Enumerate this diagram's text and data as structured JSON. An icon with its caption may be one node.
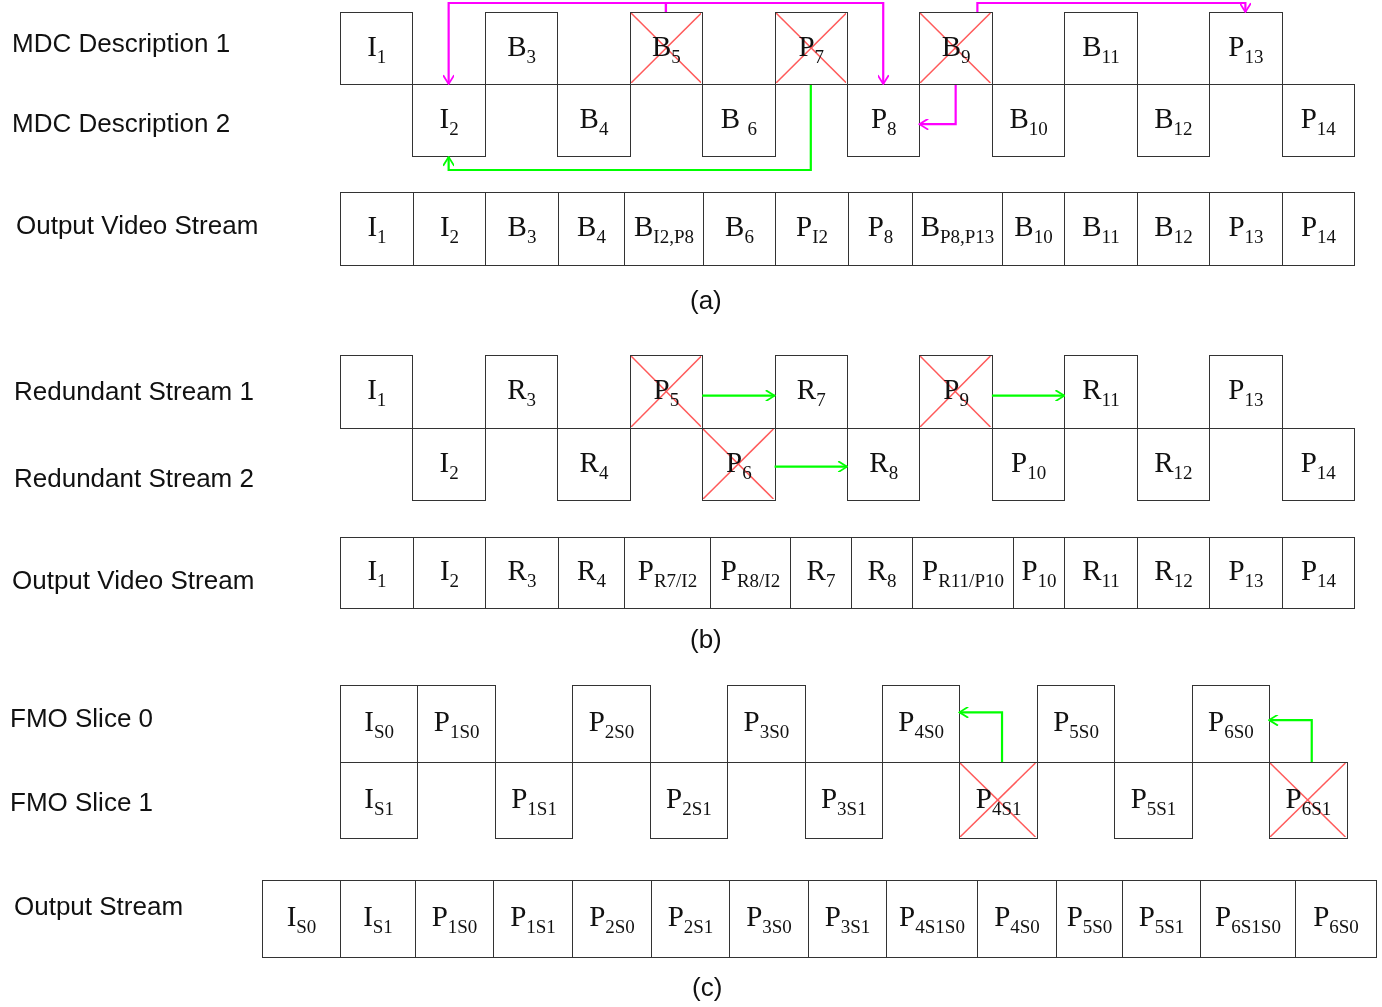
{
  "diagram": {
    "nodes": [
      {
        "text": [
          "I$_{1}$"
        ]
      },
      {
        "text": [
          "B$_{3}$"
        ]
      },
      {
        "text": [
          "B$_{5}$"
        ]
      },
      {
        "text": [
          "P$_{7}$"
        ]
      },
      {
        "text": [
          "B$_{9}$"
        ]
      },
      {
        "text": [
          "B$_{11}$"
        ]
      },
      {
        "text": [
          "P$_{13}$"
        ]
      },
      {
        "text": [
          "I$_{2}$"
        ]
      },
      {
        "text": [
          "B$_{4}$"
        ]
      },
      {
        "text": [
          "B $_{6}$"
        ]
      },
      {
        "text": [
          "P$_{8}$"
        ]
      },
      {
        "text": [
          "B$_{10}$"
        ]
      },
      {
        "text": [
          "B$_{12}$"
        ]
      },
      {
        "text": [
          "P$_{14}$"
        ]
      },
      {
        "text": [
          "I$_{1}$"
        ]
      },
      {
        "text": [
          "I$_{2}$"
        ]
      },
      {
        "text": [
          "B$_{3}$"
        ]
      },
      {
        "text": [
          "B$_{4}$"
        ]
      },
      {
        "text": [
          "B$_{I2,P8}$"
        ]
      },
      {
        "text": [
          "B$_{6}$"
        ]
      },
      {
        "text": [
          "P$_{I2}$"
        ]
      },
      {
        "text": [
          "P$_{8}$"
        ]
      },
      {
        "text": [
          "B$_{P8,P13}$"
        ]
      },
      {
        "text": [
          "B$_{10}$"
        ]
      },
      {
        "text": [
          "B$_{11}$"
        ]
      },
      {
        "text": [
          "B$_{12}$"
        ]
      },
      {
        "text": [
          "P$_{13}$"
        ]
      },
      {
        "text": [
          "P$_{14}$"
        ]
      },
      {
        "text": [
          "I$_{1}$"
        ]
      },
      {
        "text": [
          "R$_{3}$"
        ]
      },
      {
        "text": [
          "P$_{5}$"
        ]
      },
      {
        "text": [
          "R$_{7}$"
        ]
      },
      {
        "text": [
          "P$_{9}$"
        ]
      },
      {
        "text": [
          "R$_{11}$"
        ]
      },
      {
        "text": [
          "P$_{13}$"
        ]
      },
      {
        "text": [
          "I$_{2}$"
        ]
      },
      {
        "text": [
          "R$_{4}$"
        ]
      },
      {
        "text": [
          "P$_{6}$"
        ]
      },
      {
        "text": [
          "R$_{8}$"
        ]
      },
      {
        "text": [
          "P$_{10}$"
        ]
      },
      {
        "text": [
          "R$_{12}$"
        ]
      },
      {
        "text": [
          "P$_{14}$"
        ]
      },
      {
        "text": [
          "I$_{1}$"
        ]
      },
      {
        "text": [
          "I$_{2}$"
        ]
      },
      {
        "text": [
          "R$_{3}$"
        ]
      },
      {
        "text": [
          "R$_{4}$"
        ]
      },
      {
        "text": [
          "P$_{R7/I2}$"
        ]
      },
      {
        "text": [
          "P$_{R8/I2}$"
        ]
      },
      {
        "text": [
          "R$_{7}$"
        ]
      },
      {
        "text": [
          "R$_{8}$"
        ]
      },
      {
        "text": [
          "P$_{R11/P10}$"
        ]
      },
      {
        "text": [
          "P$_{10}$"
        ]
      },
      {
        "text": [
          "R$_{11}$"
        ]
      },
      {
        "text": [
          "R$_{12}$"
        ]
      },
      {
        "text": [
          "P$_{13}$"
        ]
      },
      {
        "text": [
          "P$_{14}$"
        ]
      },
      {
        "text": [
          "I$_{S0}$"
        ]
      },
      {
        "text": [
          "P$_{1S0}$"
        ]
      },
      {
        "text": [
          "P$_{2S0}$"
        ]
      },
      {
        "text": [
          "P$_{3S0}$"
        ]
      },
      {
        "text": [
          "P$_{4S0}$"
        ]
      },
      {
        "text": [
          "P$_{5S0}$"
        ]
      },
      {
        "text": [
          "P$_{6S0}$"
        ]
      },
      {
        "text": [
          "I$_{S1}$"
        ]
      },
      {
        "text": [
          "P$_{1S1}$"
        ]
      },
      {
        "text": [
          "P$_{2S1}$"
        ]
      },
      {
        "text": [
          "P$_{3S1}$"
        ]
      },
      {
        "text": [
          "P$_{4S1}$"
        ]
      },
      {
        "text": [
          "P$_{5S1}$"
        ]
      },
      {
        "text": [
          "P$_{6S1}$"
        ]
      },
      {
        "text": [
          "I$_{S0}$"
        ]
      },
      {
        "text": [
          "I$_{S1}$"
        ]
      },
      {
        "text": [
          "P$_{1S0}$"
        ]
      },
      {
        "text": [
          "P$_{1S1}$"
        ]
      },
      {
        "text": [
          "P$_{2S0}$"
        ]
      },
      {
        "text": [
          "P$_{2S1}$"
        ]
      },
      {
        "text": [
          "P$_{3S0}$"
        ]
      },
      {
        "text": [
          "P$_{3S1}$"
        ]
      },
      {
        "text": [
          "P$_{4S1S0}$"
        ]
      },
      {
        "text": [
          "P$_{4S0}$"
        ]
      },
      {
        "text": [
          "P$_{5S0}$"
        ]
      },
      {
        "text": [
          "P$_{5S1}$"
        ]
      },
      {
        "text": [
          "P$_{6S1S0}$"
        ]
      },
      {
        "text": [
          "P$_{6S0}$"
        ]
      }
    ],
    "edges": [
      {
        "from": 2,
        "to": 7,
        "arrow": "to",
        "color": "#ff00ff"
      },
      {
        "from": 2,
        "to": 10,
        "arrow": "to",
        "color": "#ff00ff"
      },
      {
        "from": 3,
        "to": 7,
        "arrow": "to",
        "color": "#00ff00"
      },
      {
        "from": 4,
        "to": 6,
        "arrow": "to",
        "color": "#ff00ff"
      },
      {
        "from": 4,
        "to": 10,
        "arrow": "to",
        "color": "#ff00ff"
      },
      {
        "from": 30,
        "to": 31,
        "arrow": "to",
        "color": "#00ff00"
      },
      {
        "from": 37,
        "to": 38,
        "arrow": "to",
        "color": "#00ff00"
      },
      {
        "from": 32,
        "to": 33,
        "arrow": "to",
        "color": "#00ff00"
      },
      {
        "from": 67,
        "to": 60,
        "arrow": "to",
        "color": "#00ff00"
      },
      {
        "from": 69,
        "to": 62,
        "arrow": "to",
        "color": "#00ff00"
      }
    ],
    "labels": [
      "MDC Description 1",
      "MDC Description 2",
      "Output Video Stream",
      "(a)",
      "Redundant Stream 1",
      "Redundant Stream 2",
      "Output Video Stream",
      "(b)",
      "FMO Slice 0",
      "FMO Slice 1",
      "Output Stream",
      "(c)"
    ]
  }
}
